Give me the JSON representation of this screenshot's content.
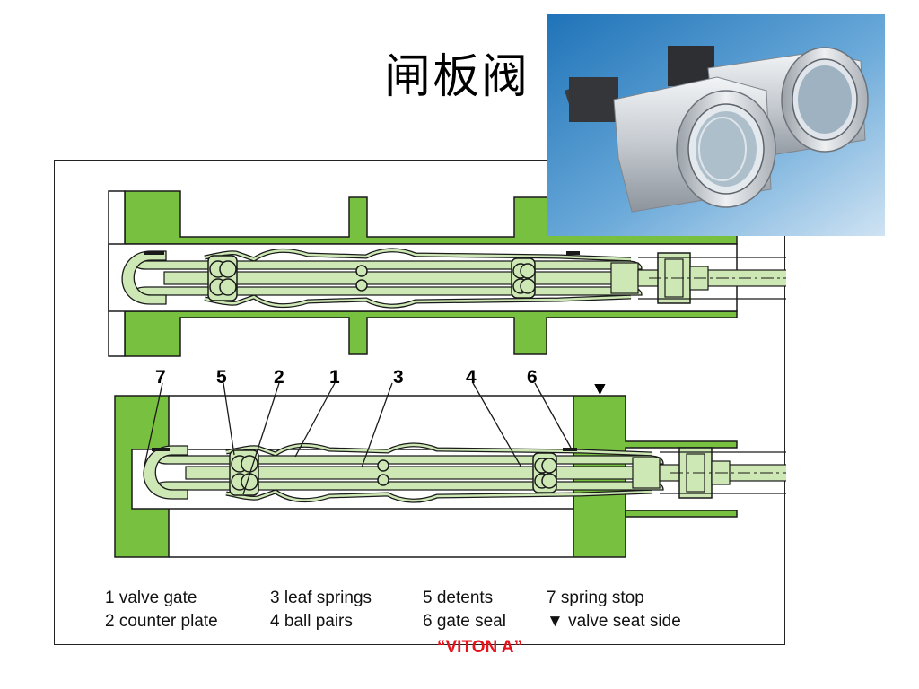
{
  "title": "闸板阀",
  "callouts": {
    "n7": "7",
    "n5": "5",
    "n2": "2",
    "n1": "1",
    "n3": "3",
    "n4": "4",
    "n6": "6",
    "valve_seat_symbol": "▼"
  },
  "legend": {
    "row1": {
      "c1": "1  valve gate",
      "c2": "3  leaf springs",
      "c3": "5  detents",
      "c4": "7  spring stop"
    },
    "row2": {
      "c1": "2  counter plate",
      "c2": "4  ball pairs",
      "c3": "6  gate seal",
      "c4": "▼ valve seat side"
    }
  },
  "gate_seal_material": "“VITON A”",
  "colors": {
    "housing_green": "#78c040",
    "gate_green": "#cde8b4",
    "outline": "#1a1a1a",
    "highlight_red": "#e8121b"
  }
}
